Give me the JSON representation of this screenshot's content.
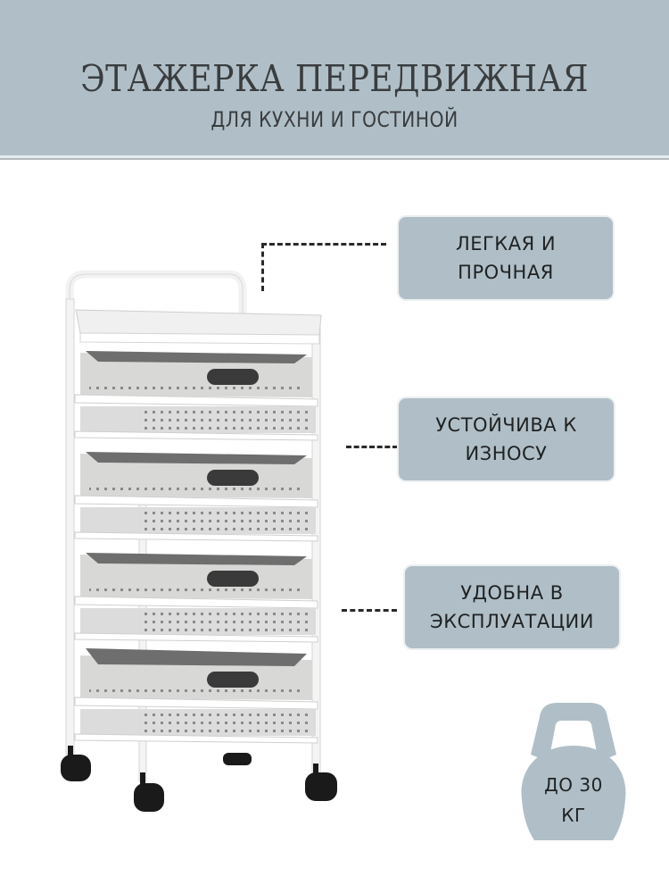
{
  "header": {
    "title": "ЭТАЖЕРКА ПЕРЕДВИЖНАЯ",
    "subtitle": "ДЛЯ КУХНИ И ГОСТИНОЙ",
    "background_color": "#b0bfc7"
  },
  "features": [
    {
      "line1": "ЛЕГКАЯ И",
      "line2": "ПРОЧНАЯ"
    },
    {
      "line1": "УСТОЙЧИВА К",
      "line2": "ИЗНОСУ"
    },
    {
      "line1": "УДОБНА В",
      "line2": "ЭКСПЛУАТАЦИИ"
    }
  ],
  "weight_badge": {
    "icon": "kettlebell-icon",
    "line1": "ДО 30",
    "line2": "КГ"
  },
  "product": {
    "image": "rolling-cart-4-baskets",
    "basket_count": 4,
    "wheel_count": 4,
    "frame_color": "#ffffff",
    "basket_color": "#d4d4d2",
    "wheel_color": "#1a1a1a"
  }
}
